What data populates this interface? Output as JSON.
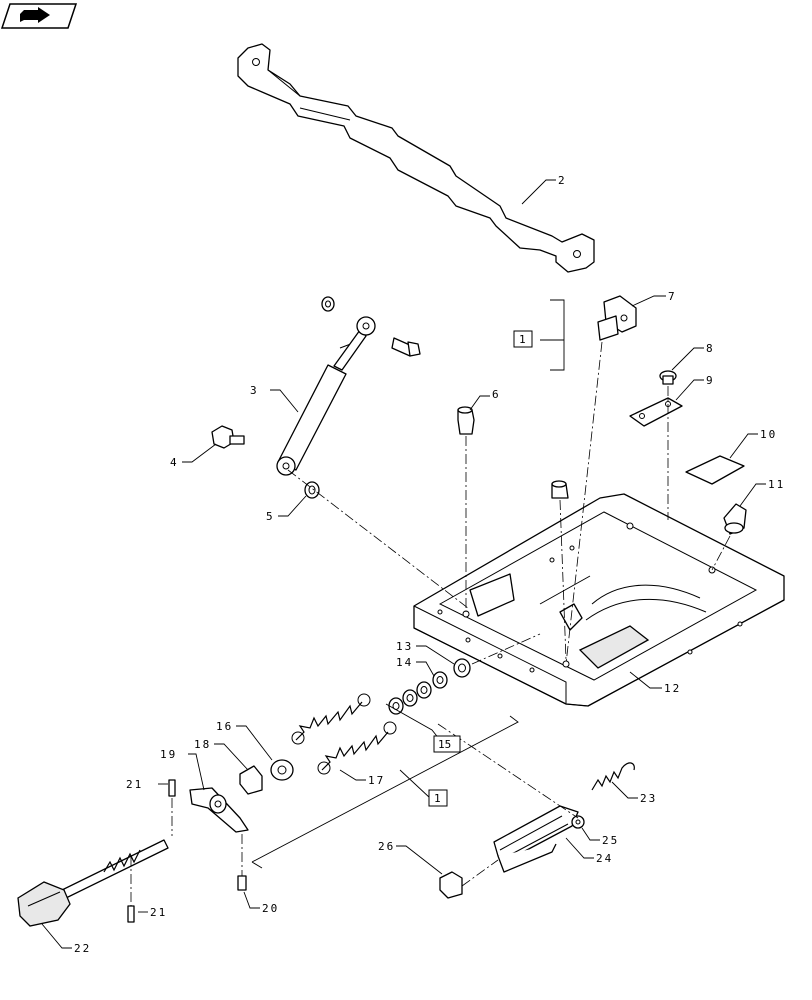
{
  "nav_icon": "next-page-arrow-icon",
  "callouts": [
    {
      "id": "c2",
      "text": "2"
    },
    {
      "id": "c3",
      "text": "3"
    },
    {
      "id": "c4",
      "text": "4"
    },
    {
      "id": "c5",
      "text": "5"
    },
    {
      "id": "c6",
      "text": "6"
    },
    {
      "id": "c7",
      "text": "7"
    },
    {
      "id": "c8",
      "text": "8"
    },
    {
      "id": "c9",
      "text": "9"
    },
    {
      "id": "c10",
      "text": "10"
    },
    {
      "id": "c11",
      "text": "11"
    },
    {
      "id": "c12",
      "text": "12"
    },
    {
      "id": "c13",
      "text": "13"
    },
    {
      "id": "c14",
      "text": "14"
    },
    {
      "id": "c16",
      "text": "16"
    },
    {
      "id": "c17",
      "text": "17"
    },
    {
      "id": "c18",
      "text": "18"
    },
    {
      "id": "c19",
      "text": "19"
    },
    {
      "id": "c20",
      "text": "20"
    },
    {
      "id": "c21a",
      "text": "21"
    },
    {
      "id": "c21b",
      "text": "21"
    },
    {
      "id": "c22",
      "text": "22"
    },
    {
      "id": "c23",
      "text": "23"
    },
    {
      "id": "c24",
      "text": "24"
    },
    {
      "id": "c25",
      "text": "25"
    },
    {
      "id": "c26",
      "text": "26"
    }
  ],
  "boxed_labels": {
    "kit_top": "1",
    "kit_bottom": "1",
    "kit_15": "15"
  }
}
